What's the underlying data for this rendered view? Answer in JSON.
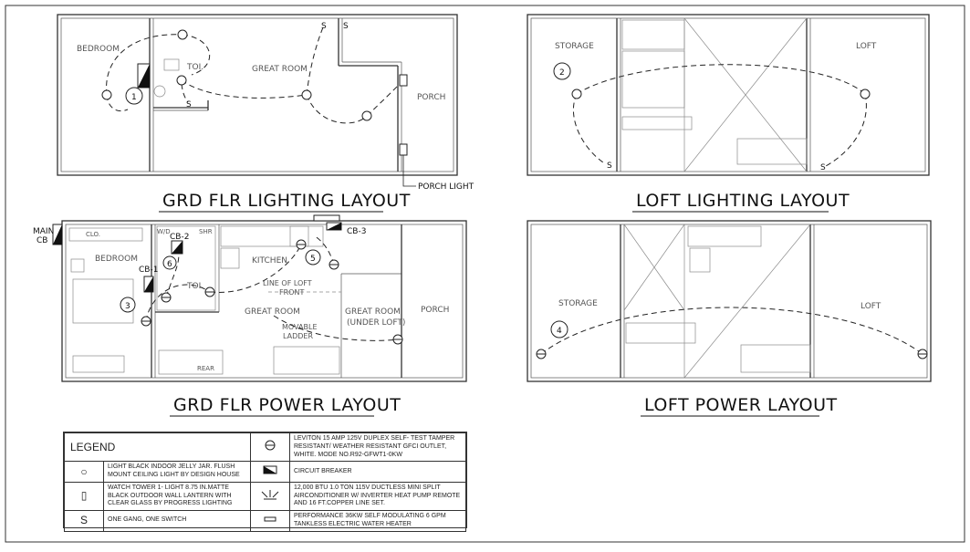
{
  "titles": {
    "grd_lighting": "GRD FLR LIGHTING LAYOUT",
    "loft_lighting": "LOFT LIGHTING LAYOUT",
    "grd_power": "GRD FLR POWER LAYOUT",
    "loft_power": "LOFT POWER LAYOUT"
  },
  "rooms": {
    "bedroom": "BEDROOM",
    "toi": "TOI.",
    "great_room": "GREAT ROOM",
    "porch": "PORCH",
    "storage": "STORAGE",
    "loft": "LOFT",
    "kitchen": "KITCHEN",
    "great_room_under": "GREAT ROOM",
    "under_loft": "(UNDER LOFT)",
    "line_of_loft": "LINE OF LOFT",
    "front": "FRONT",
    "movable": "MOVABLE",
    "ladder": "LADDER",
    "rear": "REAR",
    "wd": "W/D",
    "shr": "SHR",
    "clo": "CLO."
  },
  "tags": {
    "porch_light": "PORCH LIGHT",
    "main_cb_1": "MAIN",
    "main_cb_2": "CB",
    "cb1": "CB-1",
    "cb2": "CB-2",
    "cb3": "CB-3",
    "switch": "S"
  },
  "circuits": [
    "1",
    "2",
    "3",
    "4",
    "5",
    "6"
  ],
  "legend": {
    "title": "LEGEND",
    "items": [
      {
        "symbol": "○",
        "text": "LIGHT BLACK INDOOR JELLY JAR. FLUSH MOUNT CEILING LIGHT BY DESIGN HOUSE"
      },
      {
        "symbol": "▯",
        "text": "WATCH TOWER 1- LIGHT 8.75 IN.MATTE BLACK OUTDOOR WALL LANTERN WITH CLEAR GLASS BY PROGRESS LIGHTING"
      },
      {
        "symbol": "S",
        "text": "ONE GANG, ONE SWITCH"
      },
      {
        "symbol": "receptacle",
        "text": "LEVITON 15 AMP 125V DUPLEX SELF- TEST TAMPER RESISTANT/ WEATHER RESISTANT GFCI OUTLET, WHITE. MODE NO.R92-GFWT1-0KW"
      },
      {
        "symbol": "breaker",
        "text": "CIRCUIT BREAKER"
      },
      {
        "symbol": "minisplit",
        "text": "12,000 BTU 1.0 TON 115V DUCTLESS MINI SPLIT AIRCONDITIONER W/ INVERTER HEAT PUMP REMOTE AND 16 FT.COPPER LINE SET."
      },
      {
        "symbol": "heater",
        "text": "PERFORMANCE 36KW SELF MODULATING 6 GPM TANKLESS ELECTRIC WATER HEATER"
      }
    ]
  }
}
